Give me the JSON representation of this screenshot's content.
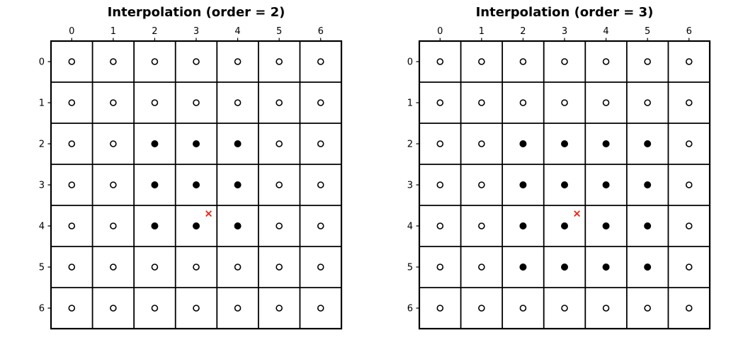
{
  "figure": {
    "background": "#ffffff",
    "colors": {
      "grid_line": "#000000",
      "open_marker_stroke": "#000000",
      "open_marker_fill": "#ffffff",
      "filled_marker": "#000000",
      "query_marker": "#ee2211"
    }
  },
  "chart_data": [
    {
      "type": "scatter",
      "title": "Interpolation (order = 2)",
      "grid": true,
      "grid_rows": 7,
      "grid_cols": 7,
      "x_tick_labels": [
        "0",
        "1",
        "2",
        "3",
        "4",
        "5",
        "6"
      ],
      "y_tick_labels": [
        "0",
        "1",
        "2",
        "3",
        "4",
        "5",
        "6"
      ],
      "x_range": [
        0,
        6
      ],
      "y_range": [
        0,
        6
      ],
      "legend": null,
      "open_marker_symbol": "o",
      "filled_marker_symbol": "filled-circle",
      "query_marker_symbol": "x",
      "filled_cells": {
        "rows": [
          2,
          3,
          4
        ],
        "cols": [
          2,
          3,
          4
        ]
      },
      "query_point": {
        "x": 3.3,
        "y": 3.7
      }
    },
    {
      "type": "scatter",
      "title": "Interpolation (order = 3)",
      "grid": true,
      "grid_rows": 7,
      "grid_cols": 7,
      "x_tick_labels": [
        "0",
        "1",
        "2",
        "3",
        "4",
        "5",
        "6"
      ],
      "y_tick_labels": [
        "0",
        "1",
        "2",
        "3",
        "4",
        "5",
        "6"
      ],
      "x_range": [
        0,
        6
      ],
      "y_range": [
        0,
        6
      ],
      "legend": null,
      "open_marker_symbol": "o",
      "filled_marker_symbol": "filled-circle",
      "query_marker_symbol": "x",
      "filled_cells": {
        "rows": [
          2,
          3,
          4,
          5
        ],
        "cols": [
          2,
          3,
          4,
          5
        ]
      },
      "query_point": {
        "x": 3.3,
        "y": 3.7
      }
    }
  ]
}
